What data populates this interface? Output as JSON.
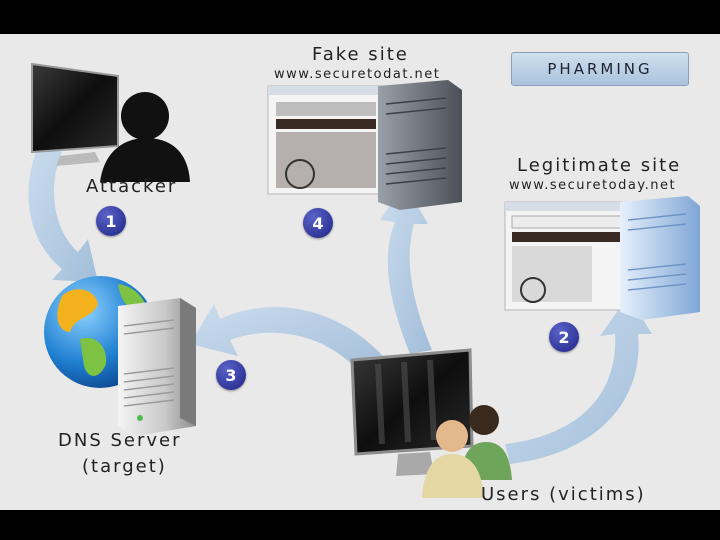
{
  "title_badge": "PHARMING",
  "nodes": {
    "attacker": "Attacker",
    "fake_site": {
      "title": "Fake site",
      "url": "www.securetodat.net"
    },
    "legit_site": {
      "title": "Legitimate site",
      "url": "www.securetoday.net"
    },
    "dns": {
      "title": "DNS Server",
      "subtitle": "(target)"
    },
    "users": "Users (victims)"
  },
  "steps": [
    "1",
    "2",
    "3",
    "4"
  ],
  "colors": {
    "arrow": "#b7cfe6",
    "badge": "#2b2f9a",
    "background": "#e9e9e9"
  },
  "icons": [
    "attacker-person-icon",
    "monitor-icon",
    "server-icon",
    "globe-icon",
    "users-icon"
  ]
}
